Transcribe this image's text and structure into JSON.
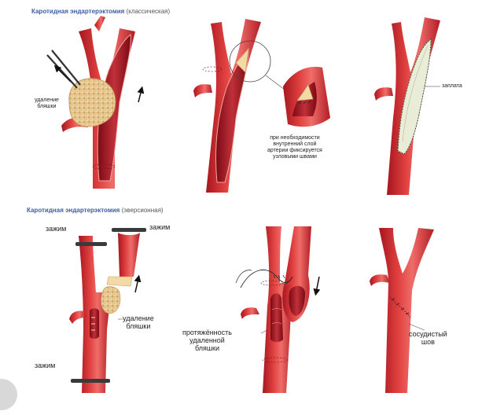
{
  "top": {
    "title": "Каротидная эндартерэктомия",
    "subtitle": "(классическая)",
    "labels": {
      "plaque_removal": [
        "удаление",
        "бляшки"
      ],
      "inner_layer_note": [
        "при необходимости",
        "внутренний слой",
        "артерии фиксируется",
        "узловыми швами"
      ],
      "patch": "заплата"
    }
  },
  "bottom": {
    "title": "Каротидная эндартерэктомия",
    "subtitle": "(эверсионная)",
    "labels": {
      "clamp": "зажим",
      "plaque_removal": [
        "удаление",
        "бляшки"
      ],
      "removed_plaque_extent": [
        "протяжённость",
        "удаленной",
        "бляшки"
      ],
      "vascular_suture": [
        "сосудистый",
        "шов"
      ]
    }
  },
  "colors": {
    "artery": "#d8323a",
    "artery_dark": "#a5161f",
    "artery_light": "#ee7270",
    "lumen": "#8a0f18",
    "plaque": "#f3d9a4",
    "plaque_dark": "#c9a166",
    "title_blue": "#3c5ea8",
    "clamp": "#3a3a3a"
  }
}
